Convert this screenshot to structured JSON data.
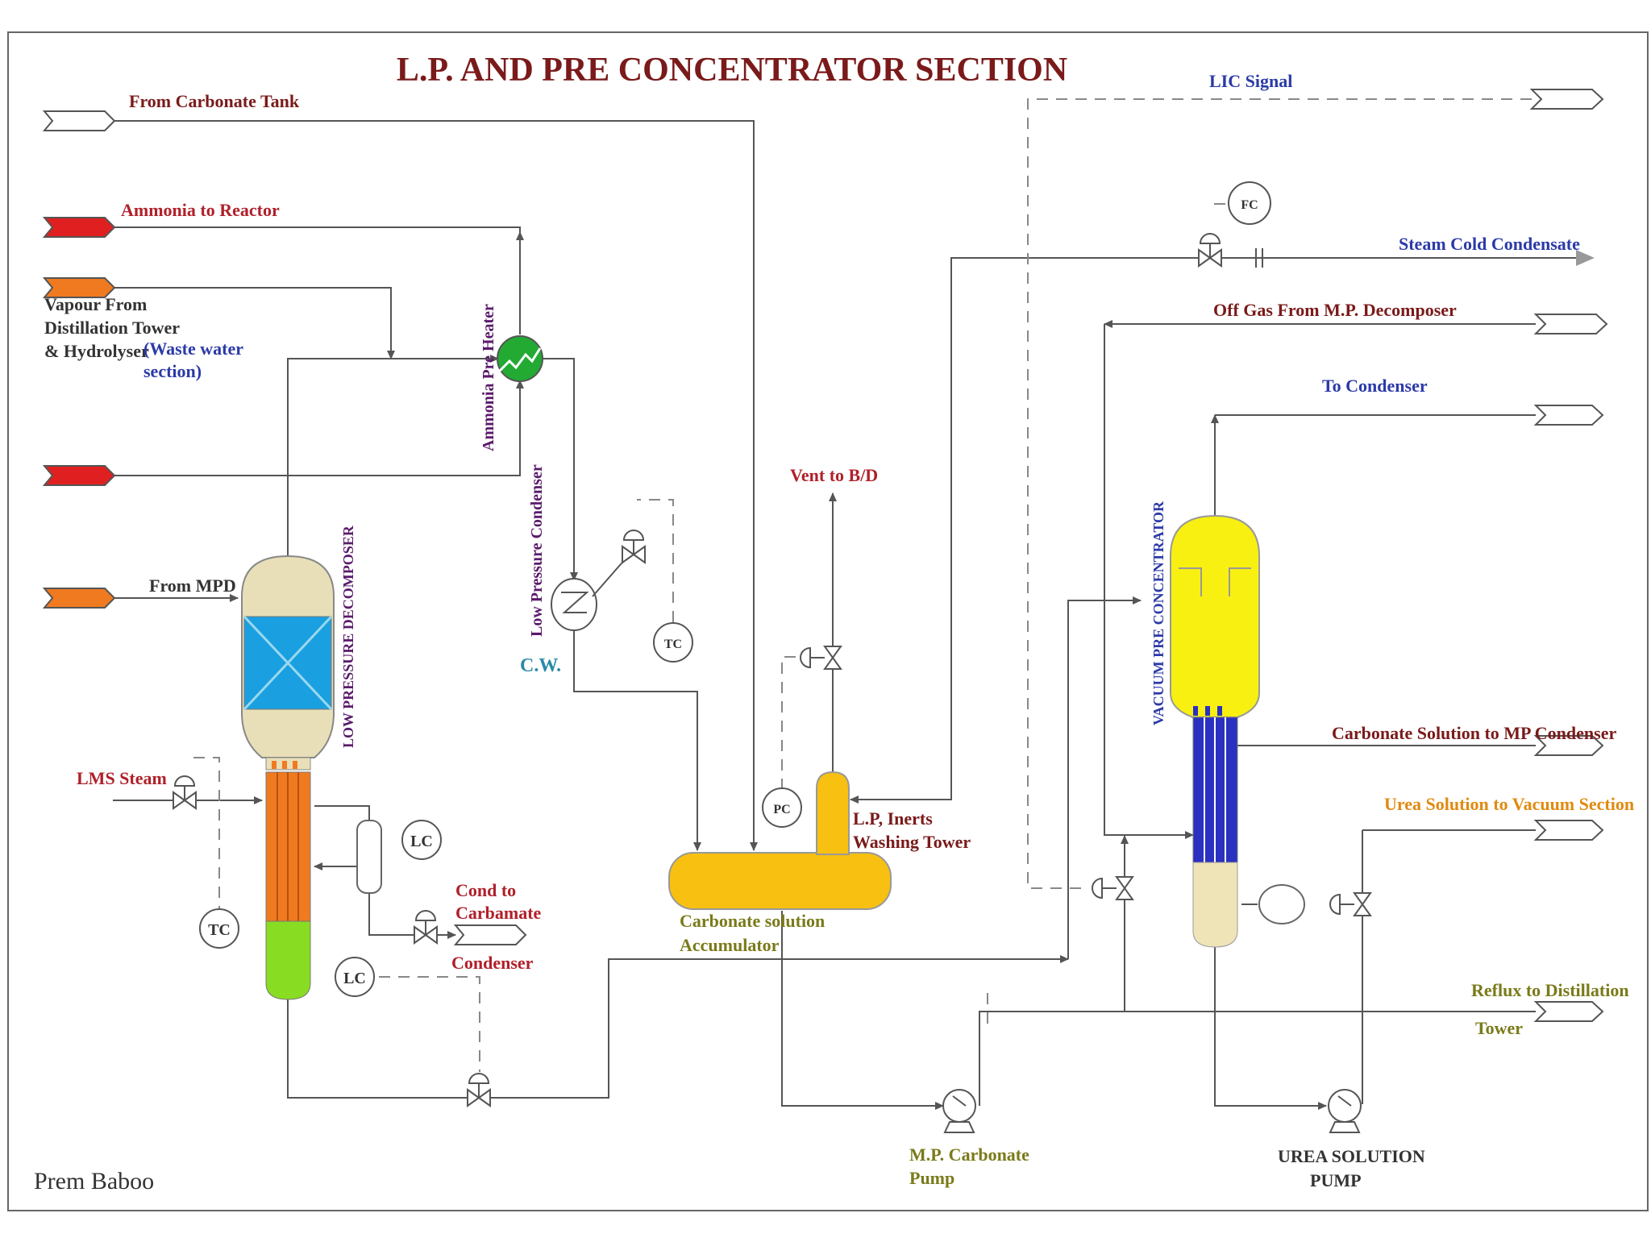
{
  "title": "L.P. AND PRE CONCENTRATOR SECTION",
  "author": "Prem Baboo",
  "colors": {
    "title": "#7a1a1a",
    "red_label": "#b0202a",
    "blue_label": "#2b3aa8",
    "olive_label": "#7a7a1a",
    "orange_label": "#e08a10",
    "purple_label": "#5a1a6a",
    "ammonia_flag": "#e02020",
    "vapour_flag": "#f07a20",
    "decomposer_top": "#e8dfb8",
    "decomposer_packing": "#1aa0e0",
    "decomposer_tubes": "#f07a20",
    "decomposer_bottom": "#88dd22",
    "preheater": "#22aa33",
    "accumulator": "#f8c010",
    "preconcentrator_top": "#f8f010",
    "preconcentrator_tubes": "#2a30c0",
    "preconcentrator_bottom": "#efe4b8"
  },
  "labels": {
    "from_carbonate_tank": "From Carbonate Tank",
    "ammonia_to_reactor": "Ammonia to Reactor",
    "vapour_line1": "Vapour From",
    "vapour_line2": "Distillation Tower",
    "vapour_line3": "& Hydrolyser",
    "waste_water1": "(Waste water",
    "waste_water2": "section)",
    "from_mpd": "From  MPD",
    "ammonia_preheater": "Ammonia  Pre Heater",
    "lp_condenser": "Low Pressure Condenser",
    "cw": "C.W.",
    "lp_decomposer": "LOW  PRESSURE DECOMPOSER",
    "lms_steam": "LMS  Steam",
    "cond_to_carbamate1": "Cond to",
    "cond_to_carbamate2": "Carbamate",
    "condenser": "Condenser",
    "vent_to_bd": "Vent to B/D",
    "lp_inerts1": "L.P, Inerts",
    "lp_inerts2": "Washing Tower",
    "accumulator1": "Carbonate solution",
    "accumulator2": "Accumulator",
    "lic_signal": "LIC Signal",
    "steam_cold_condensate": "Steam Cold Condensate",
    "off_gas": "Off Gas From M.P. Decomposer",
    "to_condenser": "To Condenser",
    "vacuum_pre_concentrator": "VACUUM  PRE  CONCENTRATOR",
    "carbonate_to_mp_condenser": "Carbonate Solution to MP Condenser",
    "urea_to_vacuum": "Urea Solution to Vacuum Section",
    "reflux1": "Reflux to Distillation",
    "reflux2": "Tower",
    "mp_pump1": "M.P. Carbonate",
    "mp_pump2": "Pump",
    "urea_pump1": "UREA SOLUTION",
    "urea_pump2": "PUMP"
  },
  "instruments": {
    "tc_left": "TC",
    "lc_upper": "LC",
    "lc_lower": "LC",
    "tc_mid": "TC",
    "pc": "PC",
    "fc": "FC"
  }
}
